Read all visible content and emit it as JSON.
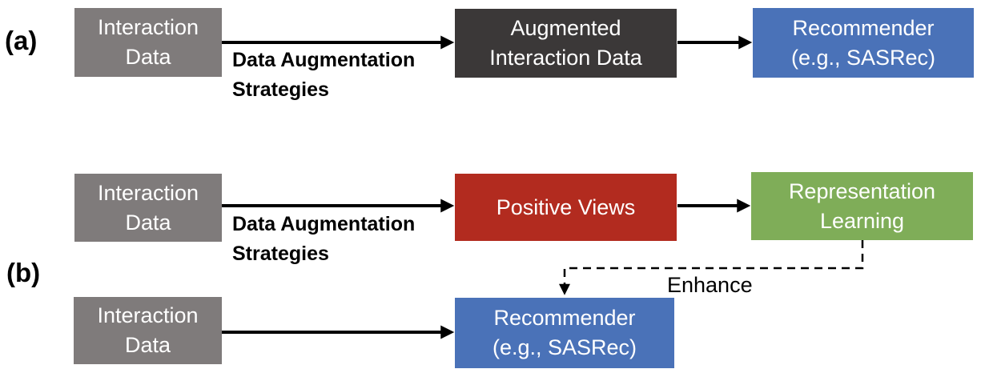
{
  "labels": {
    "part_a": "(a)",
    "part_b": "(b)",
    "enhance": "Enhance"
  },
  "arrow_label": {
    "line1": "Data Augmentation",
    "line2": "Strategies"
  },
  "boxes": {
    "interaction_data_a": {
      "line1": "Interaction",
      "line2": "Data"
    },
    "augmented_interaction_data": {
      "line1": "Augmented",
      "line2": "Interaction Data"
    },
    "recommender_a": {
      "line1": "Recommender",
      "line2": "(e.g., SASRec)"
    },
    "interaction_data_b1": {
      "line1": "Interaction",
      "line2": "Data"
    },
    "positive_views": {
      "line1": "Positive Views"
    },
    "representation_learning": {
      "line1": "Representation",
      "line2": "Learning"
    },
    "interaction_data_b2": {
      "line1": "Interaction",
      "line2": "Data"
    },
    "recommender_b": {
      "line1": "Recommender",
      "line2": "(e.g., SASRec)"
    }
  },
  "colors": {
    "gray": "#7f7b7b",
    "dark": "#3b3838",
    "blue": "#4a72b8",
    "red": "#b22b1f",
    "green": "#7fad58",
    "arrow": "#000000",
    "text_on_box": "#ffffff"
  }
}
